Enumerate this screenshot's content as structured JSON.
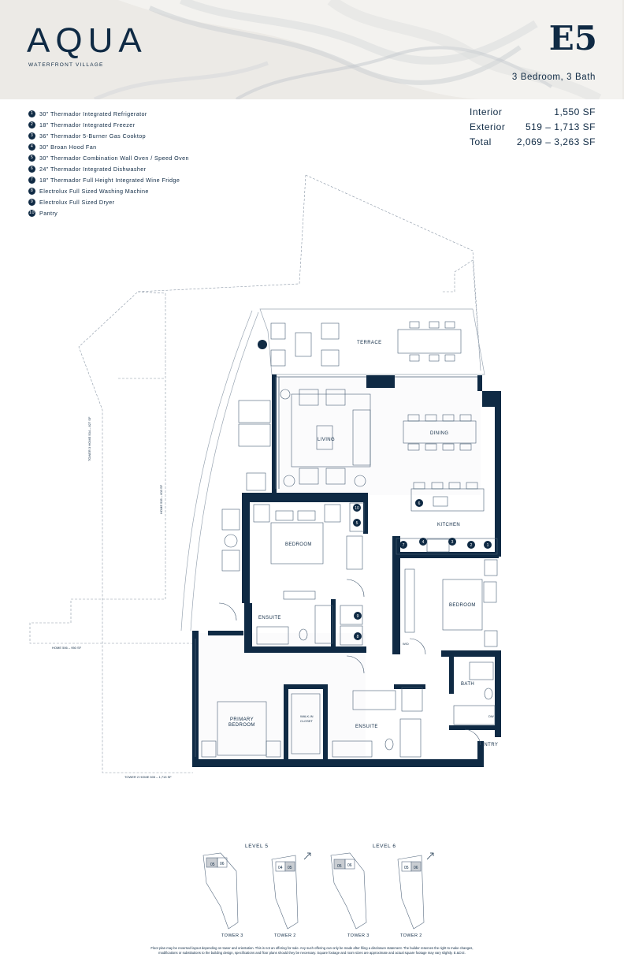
{
  "header": {
    "logo": "AQUA",
    "logo_sub": "WATERFRONT VILLAGE",
    "unit_code": "E5",
    "unit_desc": "3 Bedroom, 3 Bath"
  },
  "legend": [
    {
      "num": "1",
      "label": "30\" Thermador Integrated Refrigerator"
    },
    {
      "num": "2",
      "label": "18\" Thermador Integrated Freezer"
    },
    {
      "num": "3",
      "label": "36\" Thermador 5-Burner Gas Cooktop"
    },
    {
      "num": "4",
      "label": "30\" Broan Hood Fan"
    },
    {
      "num": "5",
      "label": "30\" Thermador Combination Wall Oven / Speed Oven"
    },
    {
      "num": "6",
      "label": "24\" Thermador Integrated Dishwasher"
    },
    {
      "num": "7",
      "label": "18\" Thermador Full Height Integrated Wine Fridge"
    },
    {
      "num": "8",
      "label": "Electrolux Full Sized Washing Machine"
    },
    {
      "num": "9",
      "label": "Electrolux Full Sized Dryer"
    },
    {
      "num": "10",
      "label": "Pantry"
    }
  ],
  "areas": [
    {
      "label": "Interior",
      "value": "1,550 SF"
    },
    {
      "label": "Exterior",
      "value": "519 – 1,713 SF"
    },
    {
      "label": "Total",
      "value": "2,069 – 3,263 SF"
    }
  ],
  "plan": {
    "rooms": {
      "terrace": "TERRACE",
      "living": "LIVING",
      "dining": "DINING",
      "kitchen": "KITCHEN",
      "bedroom1": "BEDROOM",
      "bedroom2": "BEDROOM",
      "ensuite1": "ENSUITE",
      "ensuite2": "ENSUITE",
      "primary1": "PRIMARY",
      "primary2": "BEDROOM",
      "walkin1": "WALK-IN",
      "walkin2": "CLOSET",
      "bath": "BATH",
      "entry": "ENTRY",
      "wd": "W/D",
      "dw": "DW"
    },
    "markers": {
      "m10": "10",
      "m5": "5",
      "m6": "6",
      "m7": "7",
      "m4": "4",
      "m3": "3",
      "m2": "2",
      "m1": "1",
      "m9": "9",
      "m8": "8"
    },
    "overlays": {
      "t3_home504": "TOWER 3 HOME 504 – 827 SF",
      "home505": "HOME 505 – 603 SF",
      "home506": "HOME 506 – 950 SF",
      "t2_home505": "TOWER 2 HOME 505 – 1,713 SF"
    }
  },
  "keyplans": {
    "level5": "LEVEL 5",
    "level6": "LEVEL 6",
    "tower3_a": "TOWER 3",
    "tower2_a": "TOWER 2",
    "tower3_b": "TOWER 3",
    "tower2_b": "TOWER 2",
    "u05a": "05",
    "u06a": "06",
    "u04b": "04",
    "u05b": "05",
    "u05c": "05",
    "u06c": "06",
    "u05d": "05",
    "u06d": "06"
  },
  "disclaimer": {
    "line1": "Floor plan may be reversed layout depending on tower and orientation. This is not an offering for sale. Any such offering can only be made after filing a disclosure statement. The builder reserves the right to make changes,",
    "line2": "modifications or substitutions to the building design, specifications and floor plans should they be necessary. Square footage and room sizes are approximate and actual square footage may vary slightly. E.&O.E."
  },
  "colors": {
    "navy": "#0f2a44",
    "header_bg": "#eceae6"
  }
}
